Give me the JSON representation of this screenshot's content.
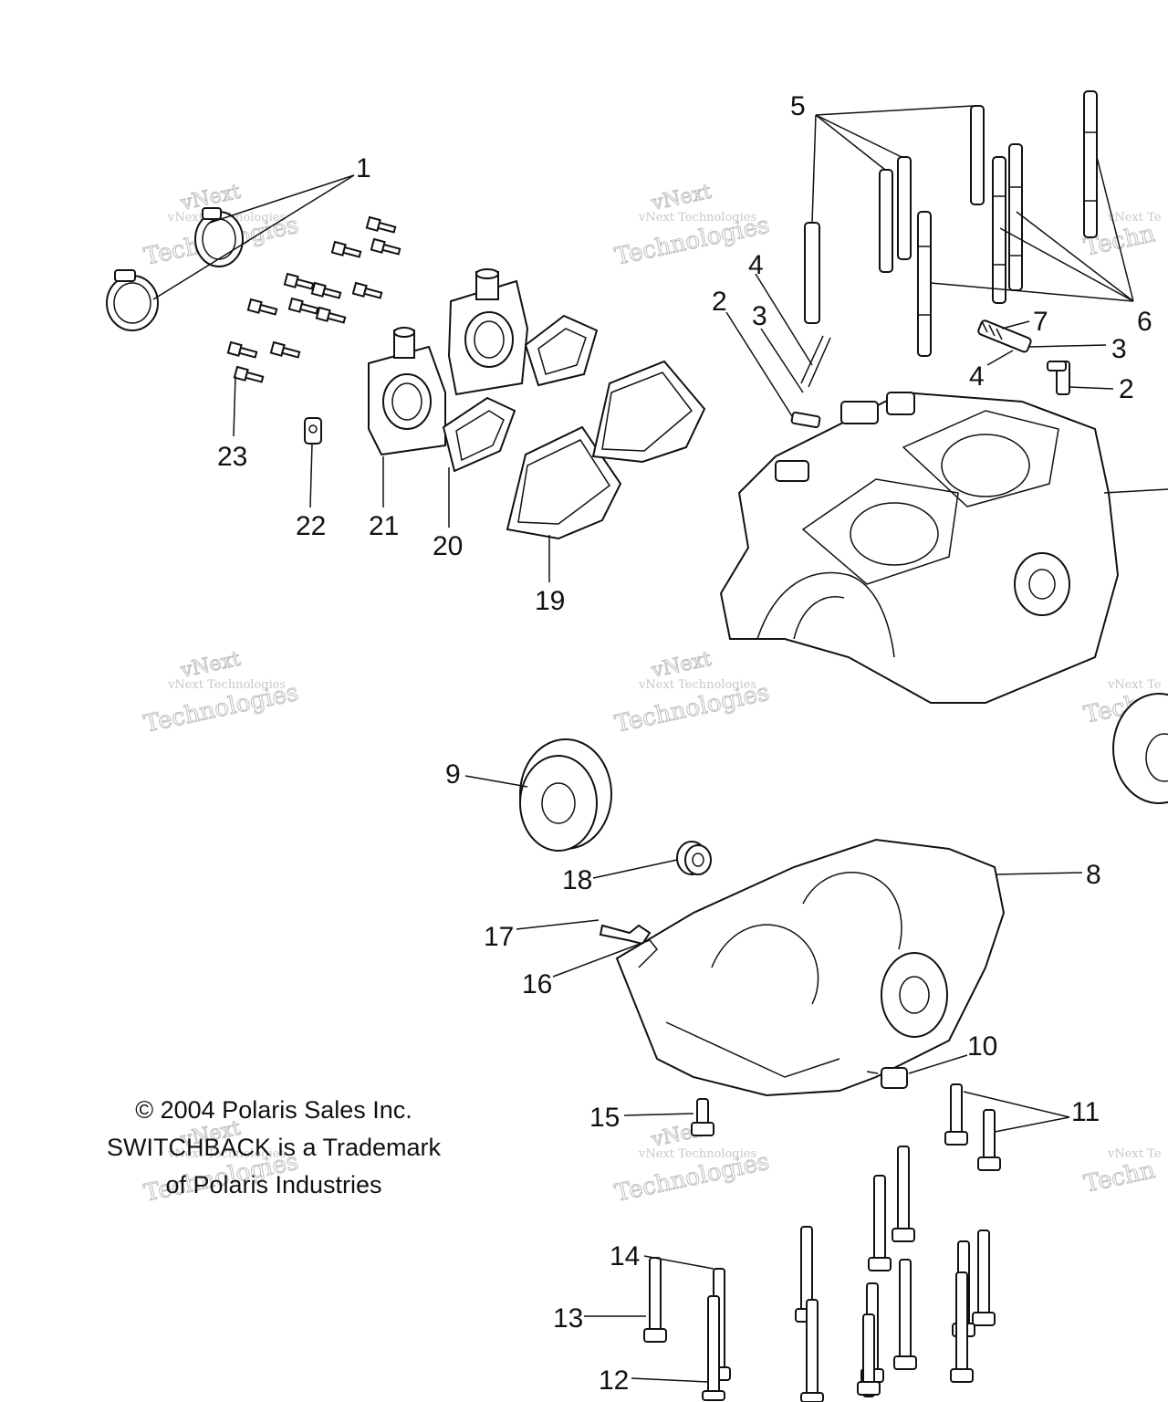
{
  "callouts": {
    "c1": "1",
    "c2a": "2",
    "c2b": "2",
    "c3a": "3",
    "c3b": "3",
    "c4a": "4",
    "c4b": "4",
    "c5": "5",
    "c6": "6",
    "c7": "7",
    "c8": "8",
    "c9": "9",
    "c10": "10",
    "c11": "11",
    "c12": "12",
    "c13": "13",
    "c14": "14",
    "c15": "15",
    "c16": "16",
    "c17": "17",
    "c18": "18",
    "c19": "19",
    "c20": "20",
    "c21": "21",
    "c22": "22",
    "c23": "23"
  },
  "copyright": {
    "line1": "© 2004 Polaris Sales Inc.",
    "line2": "SWITCHBACK is a Trademark",
    "line3": "of Polaris Industries"
  },
  "watermark": {
    "brand": "vNext",
    "small": "vNext Technologies",
    "big": "Technologies",
    "small_cut": "vNext Te",
    "big_cut": "Techn"
  }
}
